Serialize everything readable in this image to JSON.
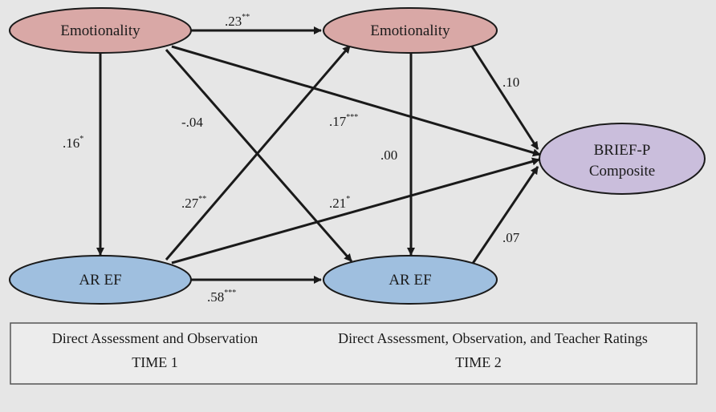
{
  "colors": {
    "background_panel": "#e6e6e6",
    "emotionality_fill": "#d9a8a6",
    "ar_ef_fill": "#9fbfdf",
    "brief_fill": "#cabedc",
    "stroke": "#1a1a1a",
    "footer_fill": "#ececec"
  },
  "nodes": {
    "emotionality_t1": "Emotionality",
    "emotionality_t2": "Emotionality",
    "ar_ef_t1": "AR EF",
    "ar_ef_t2": "AR EF",
    "brief_line1": "BRIEF-P",
    "brief_line2": "Composite"
  },
  "paths": {
    "emo1_emo2": {
      "value": ".23",
      "sig": "**"
    },
    "emo1_ar1": {
      "value": ".16",
      "sig": "*"
    },
    "emo1_ar2": {
      "value": "-.04",
      "sig": ""
    },
    "emo1_brief": {
      "value": ".17",
      "sig": "***"
    },
    "ar1_emo2": {
      "value": ".27",
      "sig": "**"
    },
    "ar1_brief": {
      "value": ".21",
      "sig": "*"
    },
    "ar1_ar2": {
      "value": ".58",
      "sig": "***"
    },
    "emo2_ar2": {
      "value": ".00",
      "sig": ""
    },
    "emo2_brief": {
      "value": ".10",
      "sig": ""
    },
    "ar2_brief": {
      "value": ".07",
      "sig": ""
    }
  },
  "footer": {
    "time1_line1": "Direct Assessment and Observation",
    "time1_line2": "TIME 1",
    "time2_line1": "Direct Assessment, Observation, and Teacher Ratings",
    "time2_line2": "TIME 2"
  }
}
